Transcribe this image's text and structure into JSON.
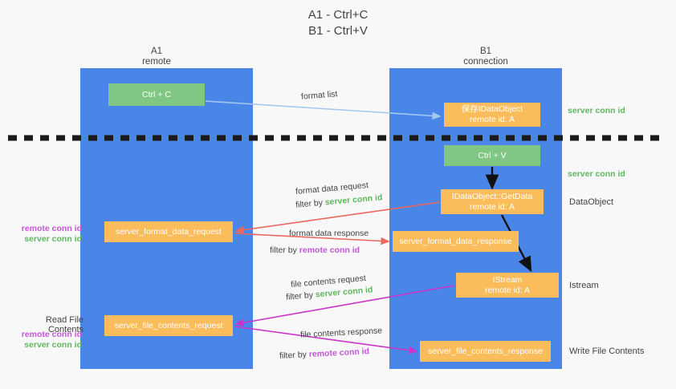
{
  "title": {
    "line1": "A1 - Ctrl+C",
    "line2": "B1 - Ctrl+V"
  },
  "columns": {
    "a1": {
      "name": "A1",
      "role": "remote"
    },
    "b1": {
      "name": "B1",
      "role": "connection"
    }
  },
  "boxes": {
    "ctrl_c": {
      "label": "Ctrl + C",
      "color": "#81c784"
    },
    "save_idataobject": {
      "line1": "保存IDataObject",
      "line2": "remote id: A",
      "color": "#fbbc5c"
    },
    "ctrl_v": {
      "label": "Ctrl + V",
      "color": "#81c784"
    },
    "getdata": {
      "line1": "IDataObject::GetData",
      "line2": "remote id: A",
      "color": "#fbbc5c"
    },
    "istream": {
      "line1": "IStream",
      "line2": "remote id: A",
      "color": "#fbbc5c"
    },
    "server_format_data_request": {
      "label": "server_format_data_request",
      "color": "#fbbc5c"
    },
    "server_format_data_response": {
      "label": "server_format_data_response",
      "color": "#fbbc5c"
    },
    "server_file_contents_request": {
      "label": "server_file_contents_request",
      "color": "#fbbc5c"
    },
    "server_file_contents_response": {
      "label": "server_file_contents_response",
      "color": "#fbbc5c"
    }
  },
  "flows": {
    "format_list": "format list",
    "format_data_request": "format data request",
    "filter_by": "filter by ",
    "server_conn_id": "server conn id",
    "remote_conn_id": "remote conn id",
    "format_data_response": "format data response",
    "file_contents_request": "file contents request",
    "file_contents_response": "file contents response"
  },
  "side_labels": {
    "right_server_conn_id_1": "server conn id",
    "right_server_conn_id_2": "server conn id",
    "right_dataobject": "DataObject",
    "right_istream": "Istream",
    "right_write_file_contents": "Write File Contents",
    "left_remote_conn_id_1": "remote conn id",
    "left_server_conn_id_1": "server conn id",
    "left_read_file_contents": "Read File Contents",
    "left_remote_conn_id_2": "remote conn id",
    "left_server_conn_id_2": "server conn id"
  },
  "colors": {
    "lane": "#4a86e8",
    "green_box": "#81c784",
    "orange_box": "#fbbc5c",
    "green_text": "#5fb85f",
    "purple_text": "#c258d6",
    "red_arrow": "#e8685d",
    "magenta_arrow": "#c935c9",
    "light_blue_arrow": "#a4c8ef",
    "divider": "#1a1a1a",
    "background": "#f8f8f8"
  }
}
